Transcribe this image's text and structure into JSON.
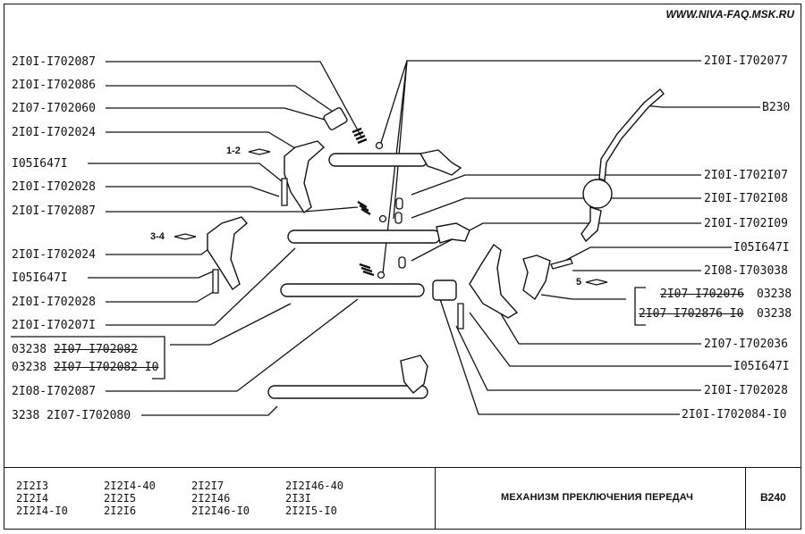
{
  "site_url": "WWW.NIVA-FAQ.MSK.RU",
  "left_labels": [
    "2I0I-I702087",
    "2I0I-I702086",
    "2I07-I702060",
    "2I0I-I702024",
    "I05I647I",
    "2I0I-I702028",
    "2I0I-I702087",
    "2I0I-I702024",
    "I05I647I",
    "2I0I-I702028",
    "2I0I-I70207I"
  ],
  "left_bracket_group": {
    "line1_prefix": "03238",
    "line1_code": "2I07-I702082",
    "line2_prefix": "03238",
    "line2_code": "2I07-I702082-I0"
  },
  "left_bottom_labels": [
    "2I08-I702087",
    "3238 2I07-I702080"
  ],
  "right_labels": [
    "2I0I-I702077",
    "B230",
    "2I0I-I702I07",
    "2I0I-I702I08",
    "2I0I-I702I09",
    "I05I647I",
    "2I08-I703038"
  ],
  "right_bracket_group": {
    "line1_code": "2I07-I702076",
    "line1_suffix": "03238",
    "line2_code": "2I07-I702876-I0",
    "line2_suffix": "03238"
  },
  "right_bottom_labels": [
    "2I07-I702036",
    "I05I647I",
    "2I0I-I702028",
    "2I0I-I702084-I0"
  ],
  "gear_marks": [
    "1-2",
    "3-4",
    "5"
  ],
  "title_block": {
    "models_col1": [
      "2I2I3",
      "2I2I4",
      "2I2I4-I0"
    ],
    "models_col2": [
      "2I2I4-40",
      "2I2I5",
      "2I2I6"
    ],
    "models_col3": [
      "2I2I7",
      "2I2I46",
      "2I2I46-I0"
    ],
    "models_col4": [
      "2I2I46-40",
      "2I3I",
      "2I2I5-I0"
    ],
    "title": "МЕХАНИЗМ ПРЕКЛЮЧЕНИЯ ПЕРЕДАЧ",
    "code": "B240"
  }
}
